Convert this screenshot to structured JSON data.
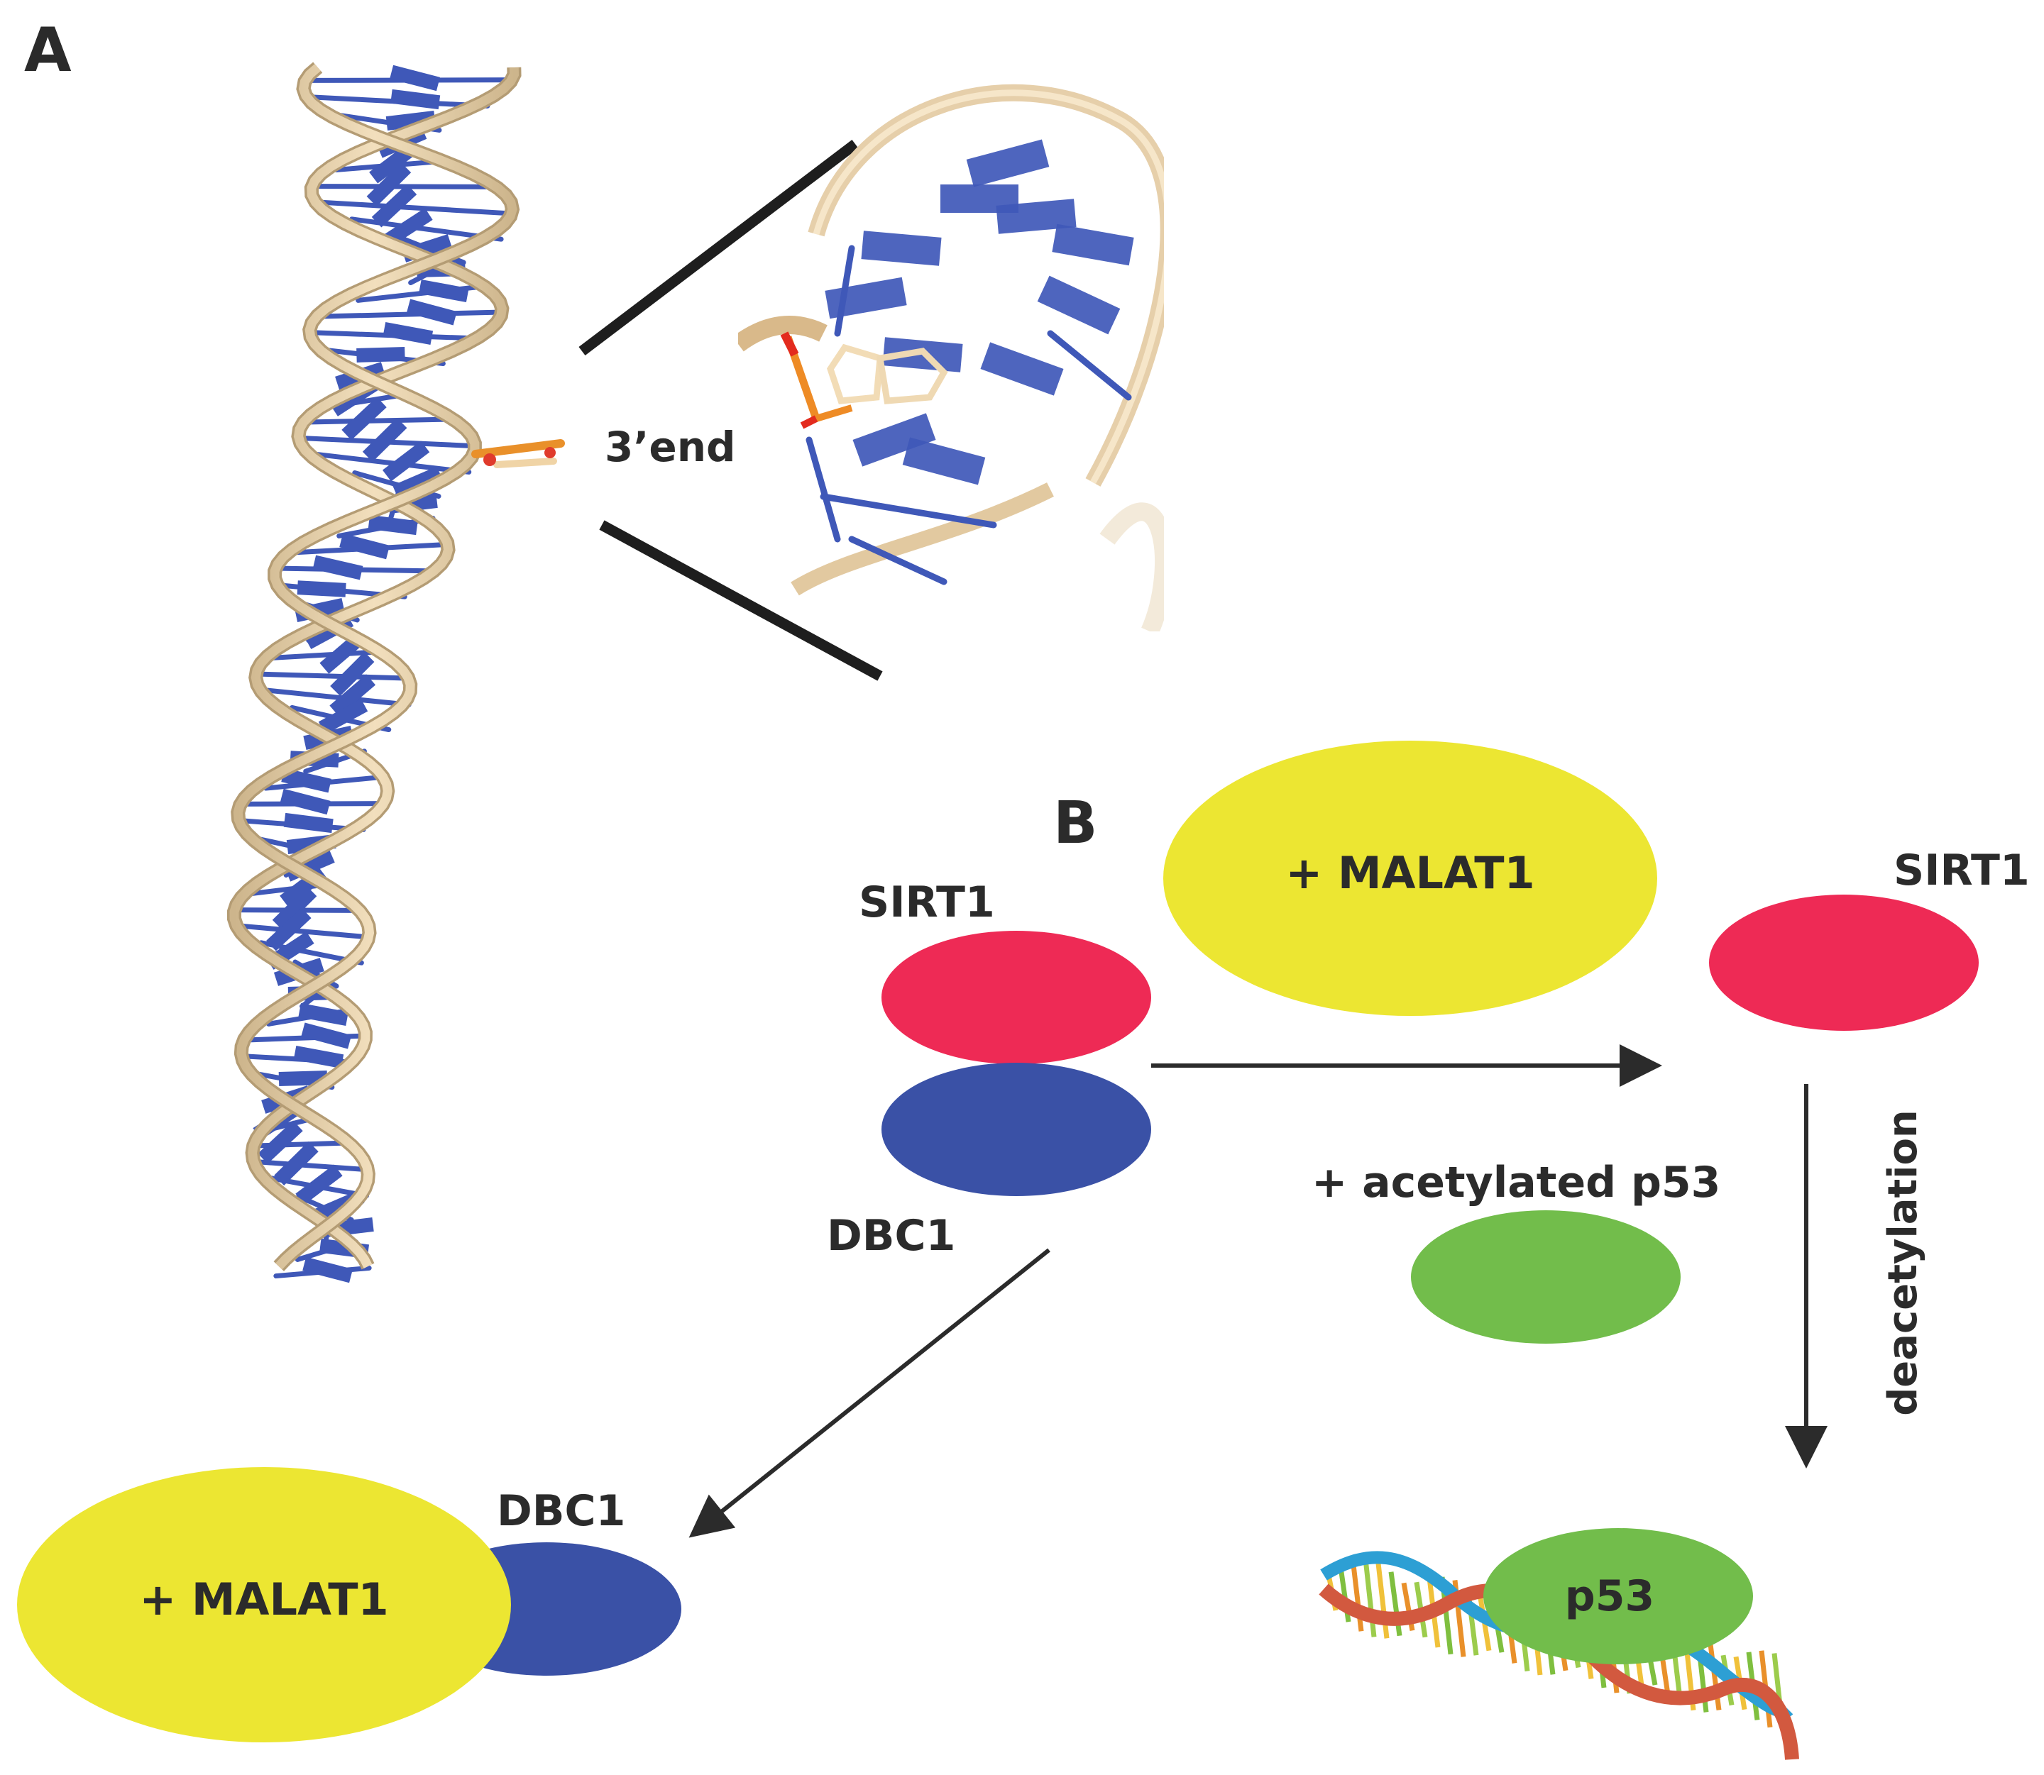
{
  "panel_a": {
    "letter": "A",
    "end_label": "3’end"
  },
  "panel_b": {
    "letter": "B",
    "complex": {
      "sirt1": "SIRT1",
      "dbc1": "DBC1"
    },
    "malat1_top": "+ MALAT1",
    "sirt1_free": "SIRT1",
    "acetylated": "+ acetylated p53",
    "deacetylation": "deacetylation",
    "p53": "p53",
    "dbc1_bottom": "DBC1",
    "malat1_bottom": "+ MALAT1"
  },
  "colors": {
    "sirt1": "#ee2a55",
    "dbc1": "#3a51a6",
    "malat1": "#ece632",
    "p53": "#72bd4b",
    "backbone": "#e8cfa6",
    "bases": "#3f58b8",
    "arrow": "#2b2b2b"
  }
}
